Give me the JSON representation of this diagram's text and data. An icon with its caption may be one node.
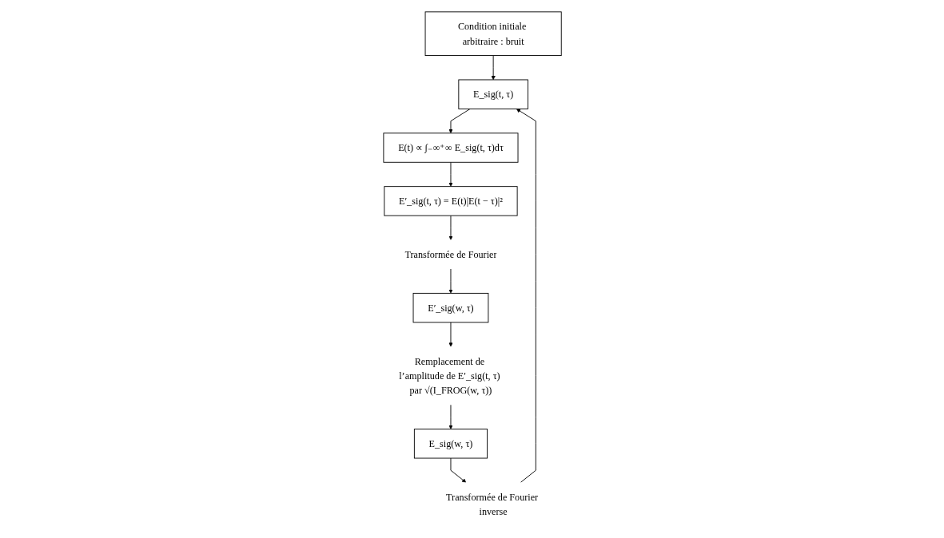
{
  "diagram": {
    "nodes": [
      {
        "text": [
          "Condition initiale arbitraire : bruit"
        ]
      },
      {
        "text": [
          "E_sig(t, τ)"
        ]
      },
      {
        "text": [
          "E(t) ∝ ∫₋∞⁺∞ E_sig(t, τ)dτ"
        ]
      },
      {
        "text": [
          "E′_sig(t, τ) = E(t)|E(t − τ)|²"
        ]
      },
      {
        "text": [
          "Transformée de Fourier"
        ]
      },
      {
        "text": [
          "E′_sig(w, τ)"
        ]
      },
      {
        "text": [
          "Remplacement de l’amplitude de E′_sig(t, τ) par √(I_FROG(w, τ))"
        ]
      },
      {
        "text": [
          "E_sig(w, τ)"
        ]
      },
      {
        "text": [
          "Transformée de Fourier inverse"
        ]
      }
    ],
    "edges": [
      {
        "from": 0,
        "to": 1,
        "arrow": "to"
      },
      {
        "from": 1,
        "to": 2,
        "arrow": "to"
      },
      {
        "from": 2,
        "to": 3,
        "arrow": "to"
      },
      {
        "from": 3,
        "to": 4,
        "arrow": "to"
      },
      {
        "from": 4,
        "to": 5,
        "arrow": "to"
      },
      {
        "from": 5,
        "to": 6,
        "arrow": "to"
      },
      {
        "from": 6,
        "to": 7,
        "arrow": "to"
      },
      {
        "from": 7,
        "to": 8,
        "arrow": "to"
      },
      {
        "from": 8,
        "to": 1,
        "arrow": "to"
      }
    ]
  }
}
